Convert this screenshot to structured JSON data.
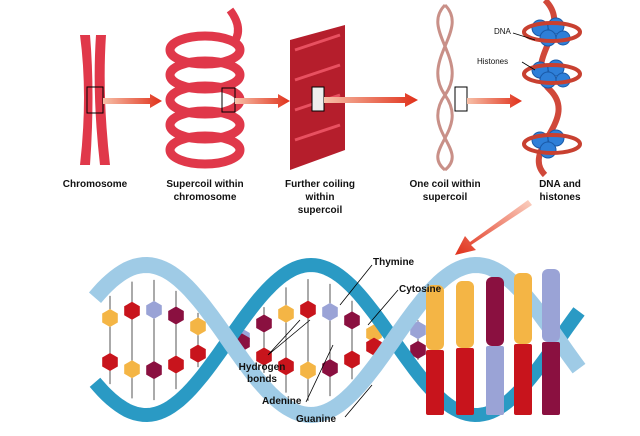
{
  "stages": [
    {
      "label_line1": "Chromosome",
      "label_line2": "",
      "label_line3": ""
    },
    {
      "label_line1": "Supercoil within",
      "label_line2": "chromosome",
      "label_line3": ""
    },
    {
      "label_line1": "Further coiling",
      "label_line2": "within",
      "label_line3": "supercoil"
    },
    {
      "label_line1": "One coil within",
      "label_line2": "supercoil",
      "label_line3": ""
    },
    {
      "label_line1": "DNA and",
      "label_line2": "histones",
      "label_line3": ""
    }
  ],
  "inset_labels": {
    "dna": "DNA",
    "histones": "Histones"
  },
  "base_labels": {
    "thymine": "Thymine",
    "cytosine": "Cytosine",
    "hydrogen_bonds_1": "Hydrogen",
    "hydrogen_bonds_2": "bonds",
    "adenine": "Adenine",
    "guanine": "Guanine"
  },
  "colors": {
    "chromosome": "#e0384a",
    "arrow": "#e24a2a",
    "strand": "#2a9ac4",
    "strand_light": "#9fcbe6",
    "thymine": "#f4b545",
    "cytosine": "#9aa3d6",
    "adenine": "#c8141c",
    "guanine": "#8a1040",
    "histone": "#2e7fd8"
  }
}
